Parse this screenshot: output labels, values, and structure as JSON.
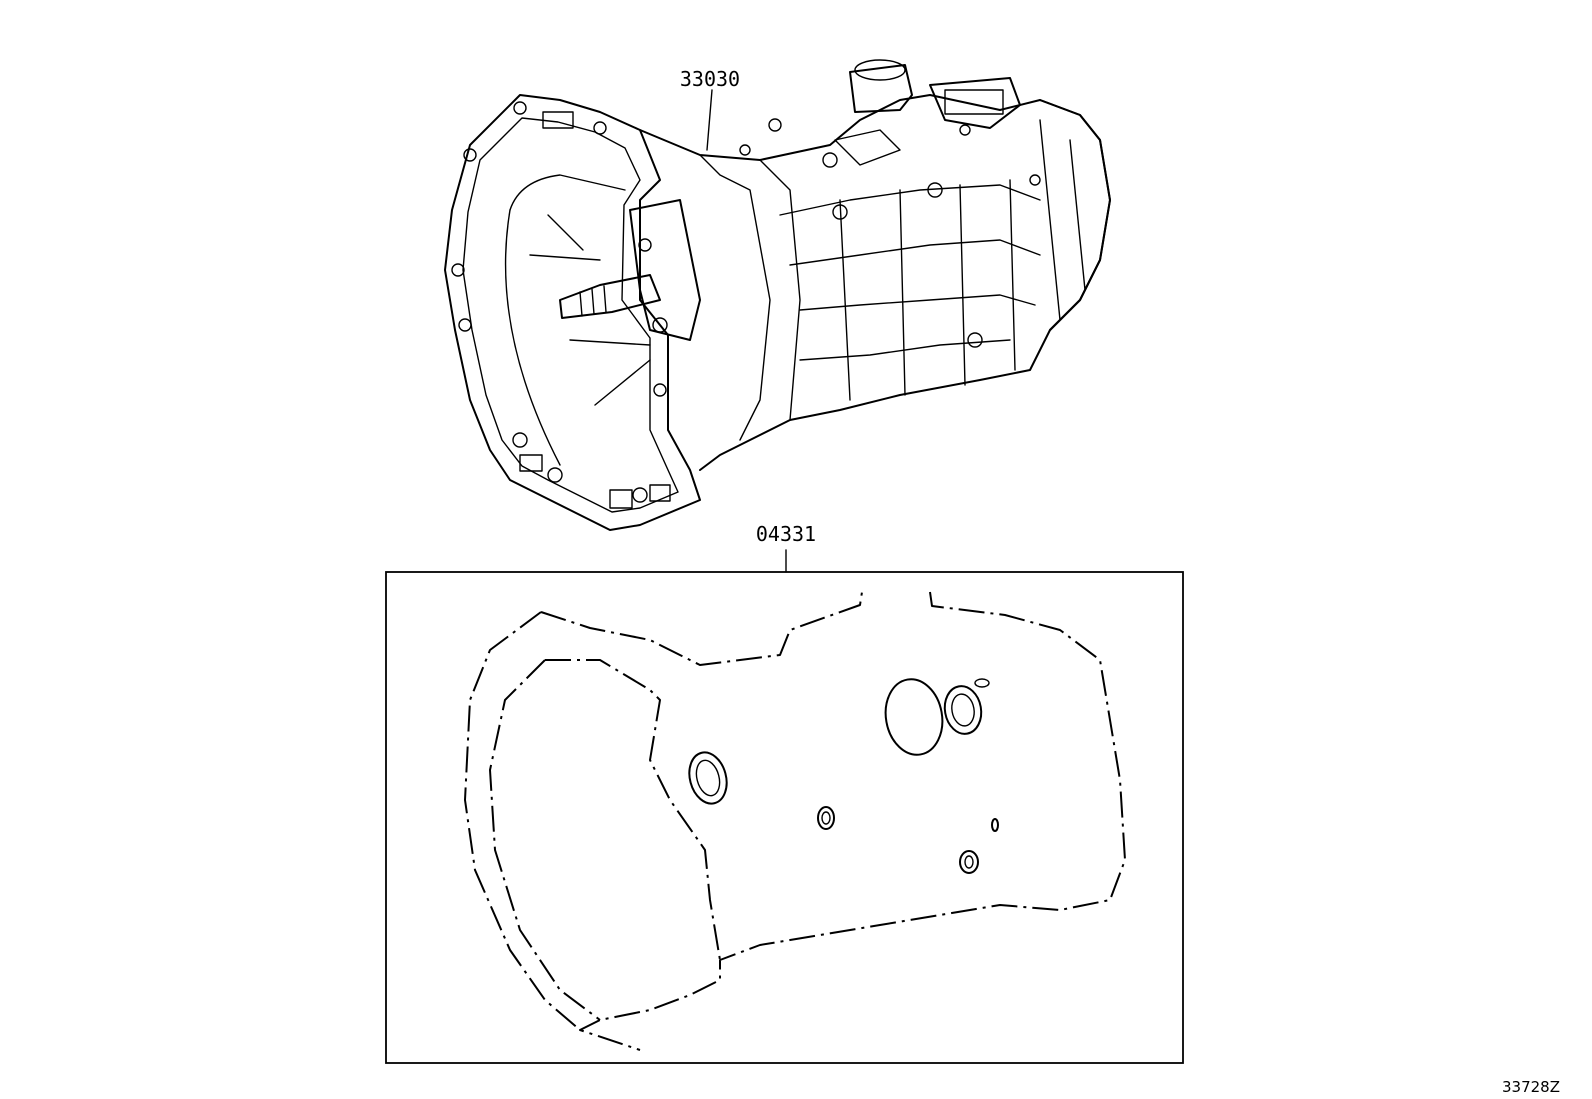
{
  "callouts": {
    "transmission_assy": "33030",
    "gasket_kit": "04331"
  },
  "illustration_id": "33728Z",
  "colors": {
    "line": "#000000",
    "background": "#ffffff"
  }
}
